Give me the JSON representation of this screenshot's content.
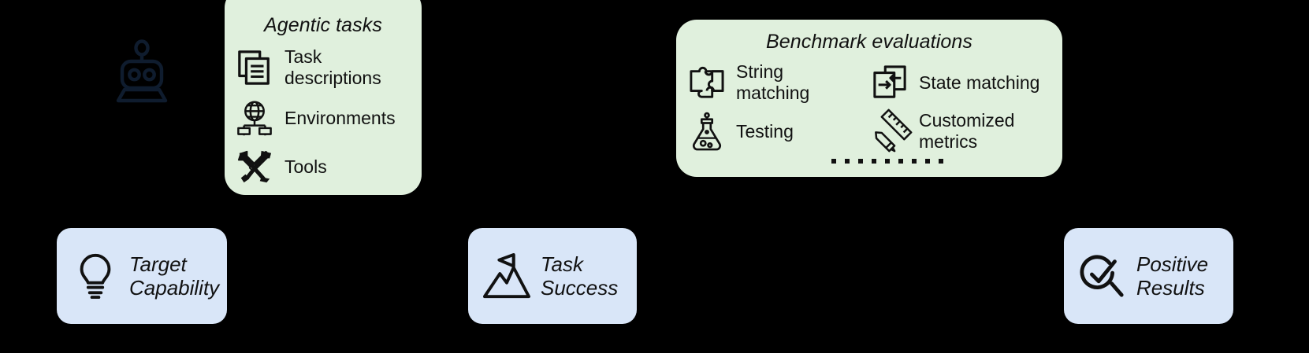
{
  "agentic_panel": {
    "title": "Agentic tasks",
    "items": [
      {
        "icon": "documents-icon",
        "label": "Task\ndescriptions"
      },
      {
        "icon": "globe-network-icon",
        "label": "Environments"
      },
      {
        "icon": "tools-icon",
        "label": "Tools"
      }
    ]
  },
  "benchmark_panel": {
    "title": "Benchmark evaluations",
    "items": [
      {
        "icon": "puzzle-piece-icon",
        "label": "String matching"
      },
      {
        "icon": "state-transfer-icon",
        "label": "State matching"
      },
      {
        "icon": "flask-icon",
        "label": "Testing"
      },
      {
        "icon": "ruler-pencil-icon",
        "label": "Customized\nmetrics"
      }
    ],
    "ellipsis_dots": 9
  },
  "outcome_boxes": [
    {
      "id": "target-capability",
      "icon": "lightbulb-icon",
      "label": "Target\nCapability"
    },
    {
      "id": "task-success",
      "icon": "mountain-flag-icon",
      "label": "Task\nSuccess"
    },
    {
      "id": "positive-results",
      "icon": "check-magnifier-icon",
      "label": "Positive\nResults"
    }
  ],
  "agent": {
    "icon": "robot-icon"
  },
  "colors": {
    "background": "#000000",
    "panel_green": "#e0f0dd",
    "panel_blue": "#d9e6f8",
    "ink": "#111111",
    "robot_navy": "#0f1c2e"
  }
}
